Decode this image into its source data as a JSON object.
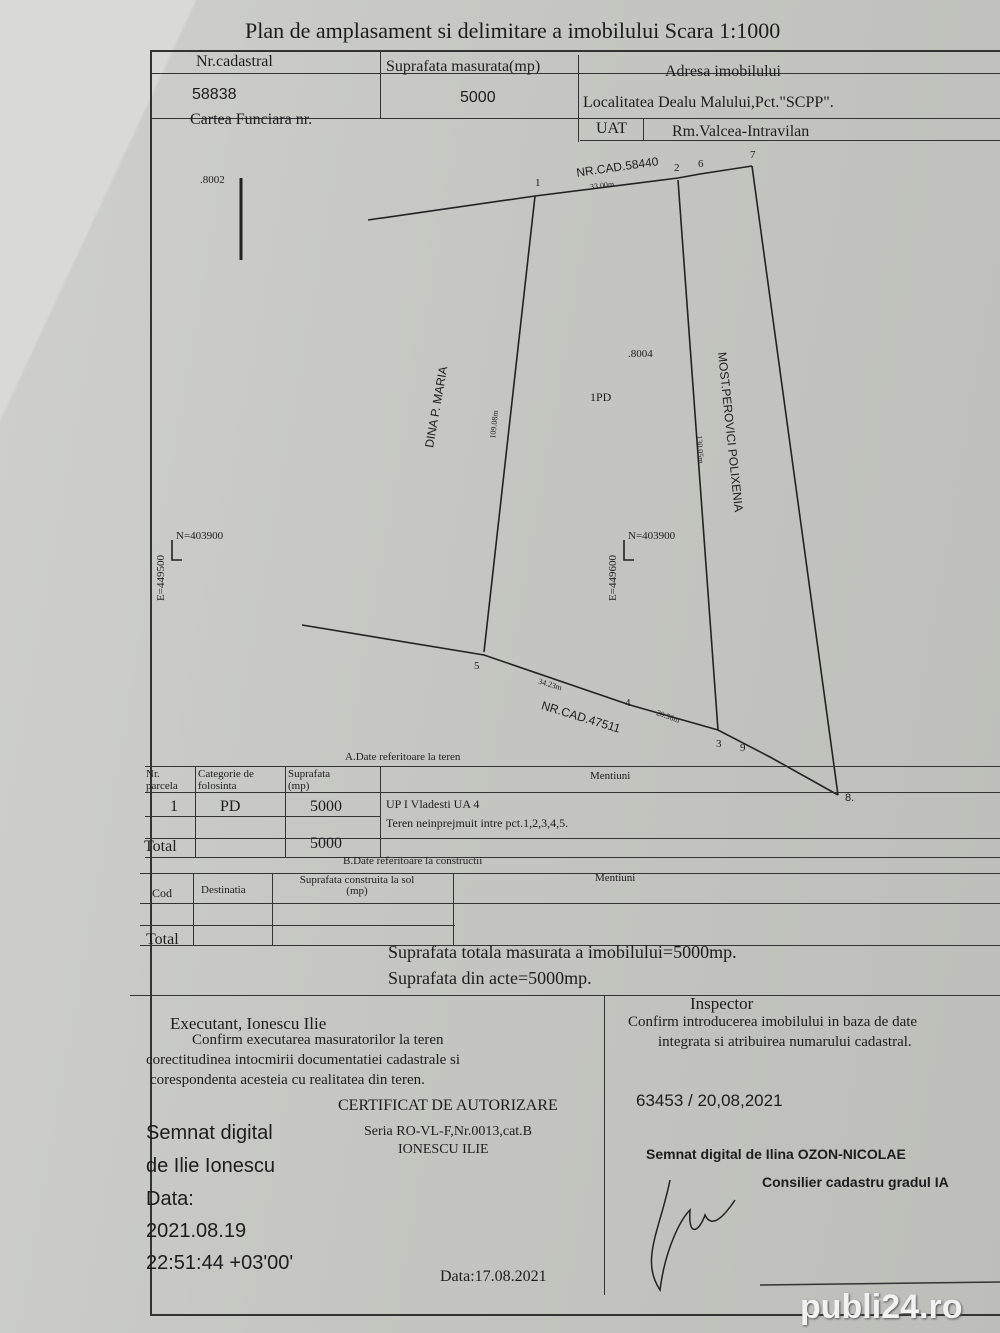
{
  "title": "Plan de amplasament si delimitare a imobilului   Scara 1:1000",
  "header": {
    "nr_cadastral_label": "Nr.cadastral",
    "nr_cadastral": "58838",
    "suprafata_label": "Suprafata masurata(mp)",
    "suprafata": "5000",
    "adresa_label": "Adresa imobilului",
    "adresa": "Localitatea Dealu Malului,Pct.\"SCPP\".",
    "carte_funciara_label": "Cartea Funciara  nr.",
    "uat_label": "UAT",
    "uat": "Rm.Valcea-Intravilan"
  },
  "plan": {
    "neighbor_top": "NR.CAD.58440",
    "neighbor_bottom": "NR.CAD.47511",
    "neighbor_left": "DINA  P.  MARIA",
    "neighbor_right": "MOST.PEROVICI  POLIXENIA",
    "points": [
      "1",
      "2",
      "6",
      "7",
      "5",
      "4",
      "3",
      "9",
      "8."
    ],
    "lengths": [
      "33.00m",
      "109.08m",
      "130.05m",
      "34.23m",
      "20.56m"
    ],
    "parcel": "1PD",
    "station_a": ".8002",
    "station_b": ".8004",
    "grid_n": "N=403900",
    "grid_e1": "E=449500",
    "grid_e2": "E=449600"
  },
  "teren": {
    "section_title": "A.Date referitoare la teren",
    "headers": [
      "Nr. parcela",
      "Categorie de folosinta",
      "Suprafata (mp)",
      "Mentiuni"
    ],
    "row": [
      "1",
      "PD",
      "5000"
    ],
    "mentiuni": [
      "UP I  Vladesti UA 4",
      "Teren neinprejmuit intre pct.1,2,3,4,5."
    ],
    "total_label": "Total",
    "total": "5000"
  },
  "constructii": {
    "section_title": "B.Date referitoare la constructii",
    "headers": [
      "Cod",
      "Destinatia",
      "Suprafata construita la sol (mp)",
      "Mentiuni"
    ],
    "total_label": "Total"
  },
  "summary": {
    "total": "Suprafata totala masurata a imobilului=5000mp.",
    "acte": "Suprafata  din acte=5000mp."
  },
  "executant": {
    "title": "Executant, Ionescu Ilie",
    "lines": [
      "Confirm executarea masuratorilor la teren",
      "corectitudinea intocmirii documentatiei cadastrale si",
      "corespondenta acesteia cu realitatea din teren."
    ],
    "cert": [
      "CERTIFICAT DE AUTORIZARE",
      "Seria RO-VL-F,Nr.0013,cat.B",
      "IONESCU ILIE"
    ],
    "digital": [
      "Semnat digital",
      "de Ilie Ionescu",
      "Data:",
      "2021.08.19",
      "22:51:44 +03'00'"
    ],
    "data": "Data:17.08.2021"
  },
  "inspector": {
    "title": "Inspector",
    "lines": [
      "Confirm introducerea imobilului in baza de date",
      "integrata si atribuirea numarului cadastral."
    ],
    "number": "63453 / 20,08,2021",
    "digital": "Semnat digital de Ilina OZON-NICOLAE",
    "role": "Consilier cadastru gradul IA"
  },
  "watermark": "publi24.ro"
}
